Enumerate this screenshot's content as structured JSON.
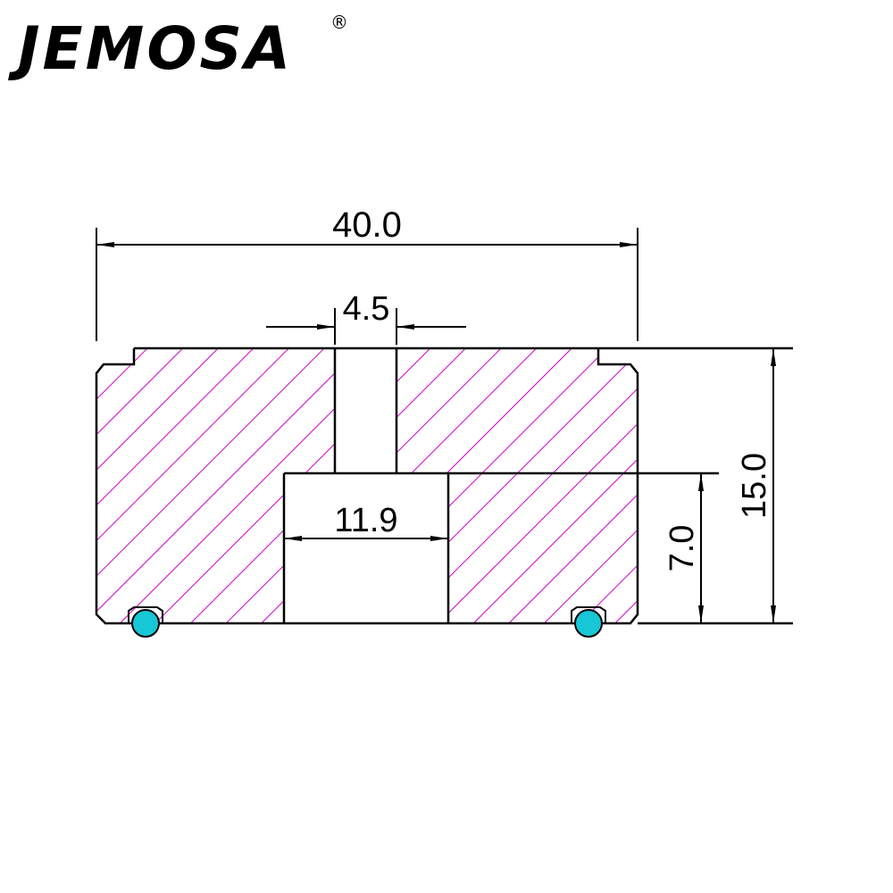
{
  "brand": {
    "name": "JEMOSA",
    "registered_mark": "®"
  },
  "dimensions": {
    "overall_width": "40.0",
    "center_slot_width": "4.5",
    "counterbore_width": "11.9",
    "counterbore_depth": "7.0",
    "overall_height": "15.0"
  },
  "colors": {
    "line": "#000000",
    "hatch": "#cc00cc",
    "o_ring": "#17c7d6"
  },
  "icons": [
    "o-ring-icon"
  ]
}
